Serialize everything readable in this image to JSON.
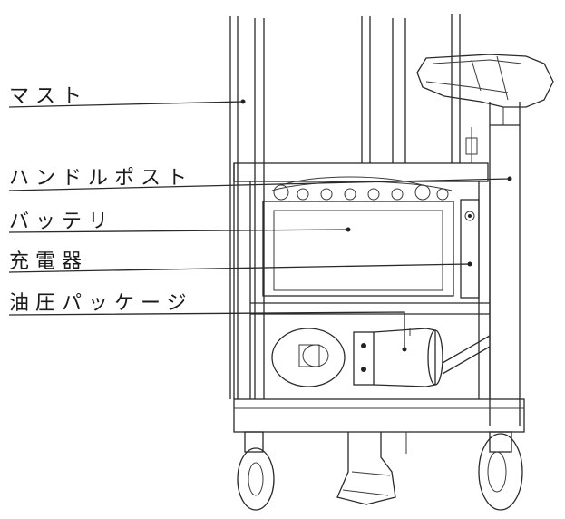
{
  "labels": {
    "mast": "マスト",
    "handle_post": "ハンドルポスト",
    "battery": "バッテリ",
    "charger": "充電器",
    "hydraulic_package": "油圧パッケージ"
  }
}
